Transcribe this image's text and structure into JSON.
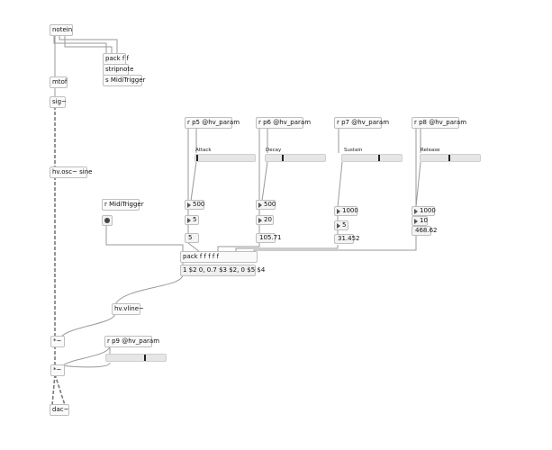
{
  "patch": {
    "objects": {
      "notein": "notein",
      "pack_ff": "pack f f",
      "stripnote": "stripnote",
      "s_miditrigger": "s MidiTrigger",
      "mtof": "mtof",
      "sig": "sig~",
      "osc": "hv.osc~ sine",
      "r_miditrigger": "r MidiTrigger",
      "r_p5": "r p5 @hv_param",
      "r_p6": "r p6 @hv_param",
      "r_p7": "r p7 @hv_param",
      "r_p8": "r p8 @hv_param",
      "pack_fffff": "pack f f f f f",
      "vline": "hv.vline~",
      "mul1": "*~",
      "r_p9": "r p9 @hv_param",
      "mul2": "*~",
      "dac": "dac~"
    },
    "messages": {
      "env_msg": "1 $2 0, 0.7 $3 $2, 0 $5 $4"
    },
    "sliders": {
      "attack": {
        "label": "Attack",
        "value": 0.01
      },
      "decay": {
        "label": "Decay",
        "value": 0.28
      },
      "sustain": {
        "label": "Sustain",
        "value": 0.62
      },
      "release": {
        "label": "Release",
        "value": 0.48
      },
      "volume": {
        "label": "",
        "value": 0.66
      }
    },
    "numbers": {
      "attack_top": "500",
      "attack_mid": "5",
      "attack_out": "5",
      "decay_top": "500",
      "decay_mid": "20",
      "decay_out": "105.71",
      "sustain_top": "1000",
      "sustain_mid": "5",
      "sustain_out": "31.452",
      "release_top": "1000",
      "release_mid": "10",
      "release_out": "468.62"
    }
  }
}
